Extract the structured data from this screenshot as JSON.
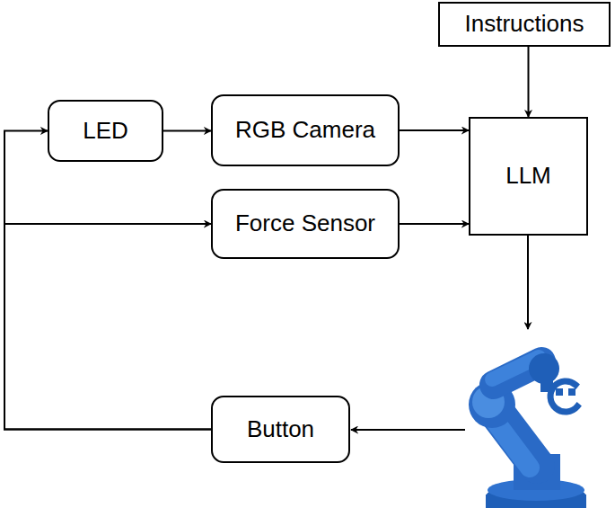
{
  "diagram": {
    "nodes": [
      {
        "text": [
          "Instructions"
        ]
      },
      {
        "text": [
          "LED"
        ]
      },
      {
        "text": [
          "RGB Camera"
        ]
      },
      {
        "text": [
          "LLM"
        ]
      },
      {
        "text": [
          "Force Sensor"
        ]
      },
      {
        "text": [
          "Button"
        ]
      }
    ],
    "edges": [
      {
        "from": 0,
        "to": 3,
        "arrow": "to"
      },
      {
        "from": 1,
        "to": 2,
        "arrow": "to"
      },
      {
        "from": 2,
        "to": 3,
        "arrow": "to"
      },
      {
        "from": 4,
        "to": 3,
        "arrow": "to"
      },
      {
        "from": 5,
        "to": 1,
        "arrow": "to"
      },
      {
        "from": 5,
        "to": 4,
        "arrow": "to"
      }
    ]
  }
}
